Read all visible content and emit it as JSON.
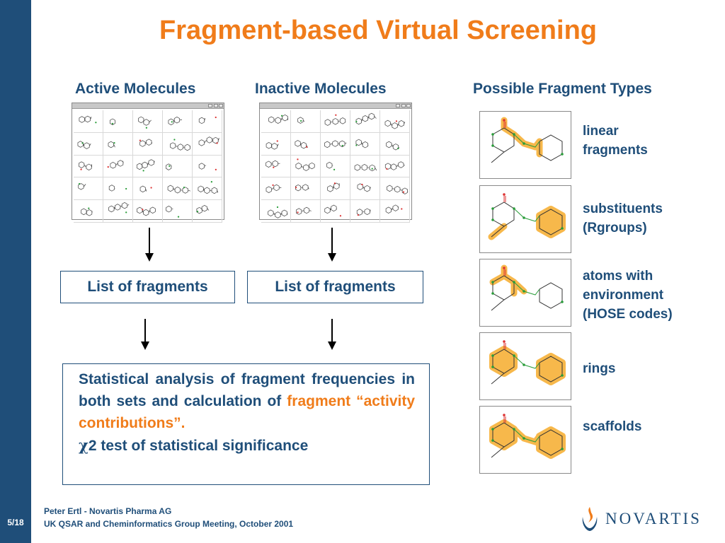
{
  "title": "Fragment-based Virtual Screening",
  "columns": {
    "active": "Active Molecules",
    "inactive": "Inactive Molecules",
    "fragment_types": "Possible Fragment Types"
  },
  "list_boxes": [
    "List of fragments",
    "List of fragments"
  ],
  "analysis": {
    "text_plain_1": "Statistical analysis of fragment frequencies in both sets and calculation of ",
    "text_highlight": "fragment “activity contributions”.",
    "chi_symbol": "χ",
    "chi_text": "2 test of statistical significance"
  },
  "fragment_types": [
    {
      "line1": "linear",
      "line2": "fragments",
      "line3": ""
    },
    {
      "line1": "substituents",
      "line2": "(Rgroups)",
      "line3": ""
    },
    {
      "line1": "atoms with",
      "line2": "environment",
      "line3": "(HOSE codes)"
    },
    {
      "line1": "rings",
      "line2": "",
      "line3": ""
    },
    {
      "line1": "scaffolds",
      "line2": "",
      "line3": ""
    }
  ],
  "footer": {
    "page": "5/18",
    "author": "Peter Ertl - Novartis Pharma AG",
    "event": "UK QSAR and Cheminformatics Group Meeting, October 2001"
  },
  "logo": {
    "name": "NOVARTIS",
    "icon": "novartis-flame-icon"
  },
  "colors": {
    "accent": "#f07c1a",
    "text": "#1f4e79",
    "sidebar": "#1f4e79",
    "highlight": "#f7b84b"
  }
}
